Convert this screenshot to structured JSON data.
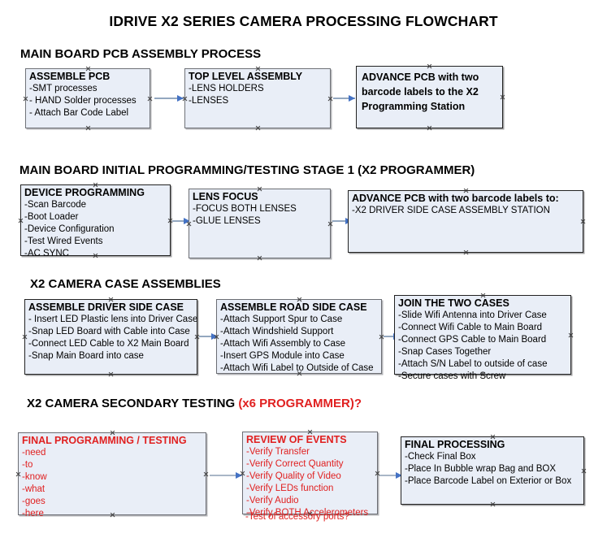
{
  "document": {
    "title": "IDRIVE X2  SERIES CAMERA PROCESSING FLOWCHART",
    "accent_color": "#e02020",
    "node_fill": "#e9eef7",
    "node_border": "#6f7278",
    "arrow_color": "#4472c4"
  },
  "sections": [
    {
      "heading": "MAIN BOARD PCB ASSEMBLY PROCESS",
      "heading_accent": "",
      "nodes": [
        {
          "title": "ASSEMBLE PCB",
          "lines": [
            "-SMT processes",
            "- HAND Solder processes",
            "- Attach Bar Code Label"
          ]
        },
        {
          "title": "TOP LEVEL ASSEMBLY",
          "lines": [
            "-LENS HOLDERS",
            "-LENSES"
          ]
        },
        {
          "title": "ADVANCE PCB with two barcode labels to the  X2 Programming Station",
          "lines": []
        }
      ]
    },
    {
      "heading": "MAIN BOARD INITIAL PROGRAMMING/TESTING STAGE 1 (X2 PROGRAMMER)",
      "heading_accent": "",
      "nodes": [
        {
          "title": "DEVICE PROGRAMMING",
          "lines": [
            "-Scan Barcode",
            "-Boot Loader",
            "-Device Configuration",
            "-Test Wired Events",
            "-AC SYNC"
          ]
        },
        {
          "title": "LENS FOCUS",
          "lines": [
            "-FOCUS BOTH LENSES",
            "-GLUE LENSES"
          ]
        },
        {
          "title": "ADVANCE PCB with two barcode labels to:",
          "lines": [
            "-X2 DRIVER  SIDE  CASE  ASSEMBLY STATION"
          ]
        }
      ]
    },
    {
      "heading": "X2 CAMERA CASE ASSEMBLIES",
      "heading_accent": "",
      "nodes": [
        {
          "title": "ASSEMBLE DRIVER SIDE CASE",
          "lines": [
            "- Insert LED Plastic lens into Driver Case",
            "-Snap LED Board with Cable into Case",
            "-Connect LED Cable to X2 Main Board",
            "-Snap Main Board into case"
          ]
        },
        {
          "title": "ASSEMBLE ROAD SIDE CASE",
          "lines": [
            "-Attach Support Spur to Case",
            "-Attach Windshield Support",
            "-Attach Wifi Assembly to Case",
            "-Insert GPS Module into Case",
            "-Attach Wifi Label to Outside of Case"
          ]
        },
        {
          "title": "JOIN THE TWO CASES",
          "lines": [
            "-Slide Wifi Antenna into Driver Case",
            "-Connect Wifi Cable to Main Board",
            "-Connect GPS Cable to Main Board",
            "-Snap Cases Together",
            "-Attach S/N Label to outside of case",
            "-Secure cases with Screw"
          ]
        }
      ]
    },
    {
      "heading": "X2 CAMERA SECONDARY TESTING ",
      "heading_accent": "(x6 PROGRAMMER)?",
      "nodes": [
        {
          "title": "FINAL PROGRAMMING / TESTING",
          "lines": [
            "-need",
            "-to",
            "-know",
            "-what",
            "-goes",
            "-here"
          ]
        },
        {
          "title": "REVIEW OF EVENTS",
          "lines": [
            "-Verify Transfer",
            "-Verify Correct Quantity",
            "-Verify Quality of Video",
            "-Verify LEDs function",
            "-Verify Audio",
            "-Verify BOTH Accelerometers"
          ],
          "overflow_line": "-Test of accessory ports?"
        },
        {
          "title": "FINAL PROCESSING",
          "lines": [
            " -Check Final Box",
            "-Place In Bubble wrap Bag and BOX",
            "-Place Barcode Label on Exterior or Box"
          ]
        }
      ]
    }
  ]
}
